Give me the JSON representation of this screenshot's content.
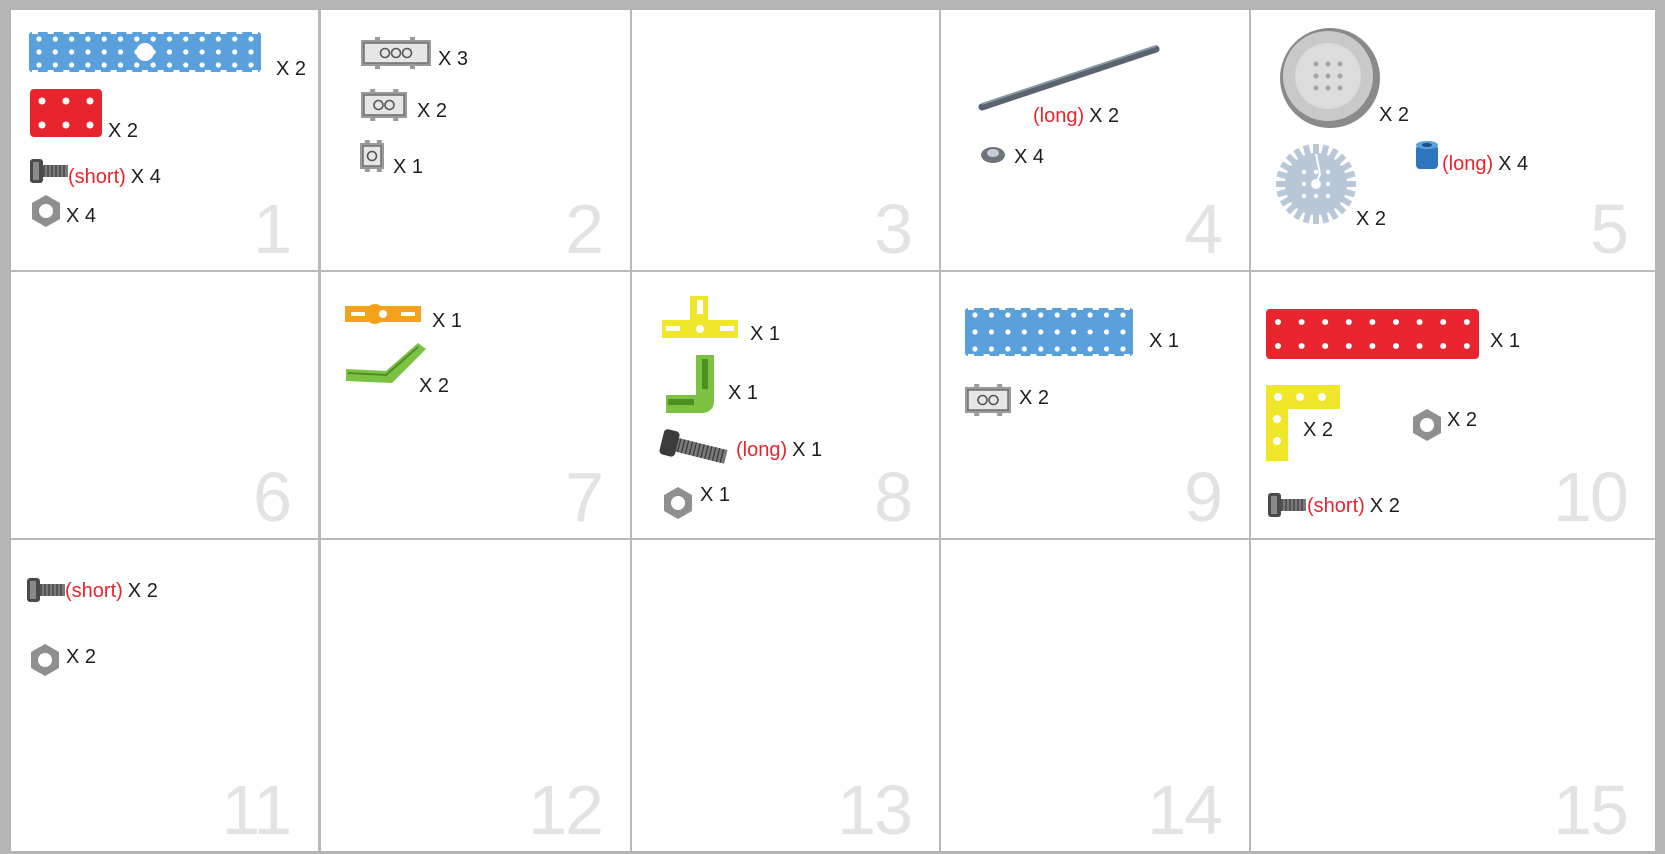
{
  "colors": {
    "blue": "#5aa0dc",
    "red": "#e8252d",
    "gray": "#8f8f8f",
    "orange": "#f5a21b",
    "green": "#7cc242",
    "yellow": "#f0e62a",
    "cell_number": "#e3e3e3"
  },
  "cells": [
    {
      "number": "1",
      "items": [
        {
          "icon": "blue-long-strip-icon",
          "qty": "X 2"
        },
        {
          "icon": "red-plate-icon",
          "qty": "X 2"
        },
        {
          "icon": "bolt-icon",
          "note": "(short)",
          "qty": "X 4"
        },
        {
          "icon": "hex-nut-icon",
          "qty": "X 4"
        }
      ]
    },
    {
      "number": "2",
      "items": [
        {
          "icon": "gray-connector-large-icon",
          "qty": "X 3"
        },
        {
          "icon": "gray-connector-medium-icon",
          "qty": "X 2"
        },
        {
          "icon": "gray-connector-small-icon",
          "qty": "X 1"
        }
      ]
    },
    {
      "number": "3",
      "items": []
    },
    {
      "number": "4",
      "items": [
        {
          "icon": "axle-rod-icon",
          "note": "(long)",
          "qty": "X 2"
        },
        {
          "icon": "axle-cap-icon",
          "qty": "X 4"
        }
      ]
    },
    {
      "number": "5",
      "items": [
        {
          "icon": "wheel-icon",
          "qty": "X 2"
        },
        {
          "icon": "gear-icon",
          "qty": "X 2"
        },
        {
          "icon": "blue-spacer-icon",
          "note": "(long)",
          "qty": "X 4"
        }
      ]
    },
    {
      "number": "6",
      "items": []
    },
    {
      "number": "7",
      "items": [
        {
          "icon": "orange-connector-icon",
          "qty": "X 1"
        },
        {
          "icon": "green-angled-beam-icon",
          "qty": "X 2"
        }
      ]
    },
    {
      "number": "8",
      "items": [
        {
          "icon": "yellow-t-connector-icon",
          "qty": "X 1"
        },
        {
          "icon": "green-l-connector-icon",
          "qty": "X 1"
        },
        {
          "icon": "long-bolt-icon",
          "note": "(long)",
          "qty": "X 1"
        },
        {
          "icon": "hex-nut-icon",
          "qty": "X 1"
        }
      ]
    },
    {
      "number": "9",
      "items": [
        {
          "icon": "blue-strip-icon",
          "qty": "X 1"
        },
        {
          "icon": "gray-connector-medium-icon",
          "qty": "X 2"
        }
      ]
    },
    {
      "number": "10",
      "items": [
        {
          "icon": "red-long-plate-icon",
          "qty": "X 1"
        },
        {
          "icon": "yellow-l-bracket-icon",
          "qty": "X 2"
        },
        {
          "icon": "hex-nut-icon",
          "qty": "X 2"
        },
        {
          "icon": "bolt-icon",
          "note": "(short)",
          "qty": "X 2"
        }
      ]
    },
    {
      "number": "11",
      "items": [
        {
          "icon": "bolt-icon",
          "note": "(short)",
          "qty": "X 2"
        },
        {
          "icon": "hex-nut-icon",
          "qty": "X 2"
        }
      ]
    },
    {
      "number": "12",
      "items": []
    },
    {
      "number": "13",
      "items": []
    },
    {
      "number": "14",
      "items": []
    },
    {
      "number": "15",
      "items": []
    }
  ]
}
